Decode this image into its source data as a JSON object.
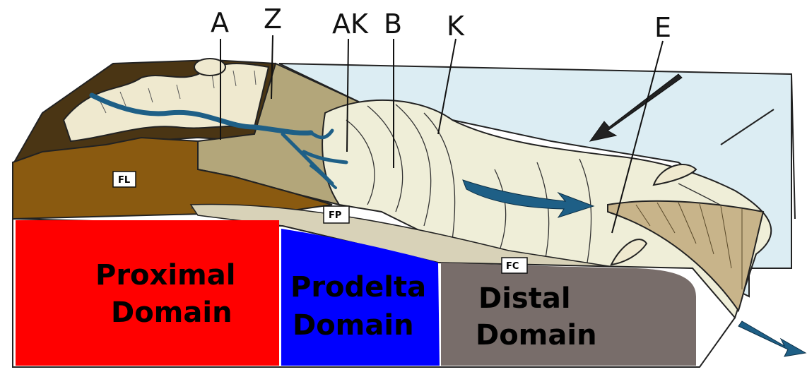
{
  "labels": {
    "a": "A",
    "z": "Z",
    "ak": "AK",
    "b": "B",
    "k": "K",
    "e": "E"
  },
  "tags": {
    "fl": "FL",
    "fp": "FP",
    "fc": "FC"
  },
  "domains": {
    "proximal": {
      "line1": "Proximal",
      "line2": "Domain",
      "color": "#ff0000"
    },
    "prodelta": {
      "line1": "Prodelta",
      "line2": "Domain",
      "color": "#0000ff"
    },
    "distal": {
      "line1": "Distal",
      "line2": "Domain",
      "color": "#786d6a"
    }
  },
  "colors": {
    "sea": "#dcedf3",
    "soil": "#8a5a10",
    "plain": "#b3a67a",
    "delta": "#efeed8",
    "river": "#1e5f86",
    "outline": "#222222"
  }
}
